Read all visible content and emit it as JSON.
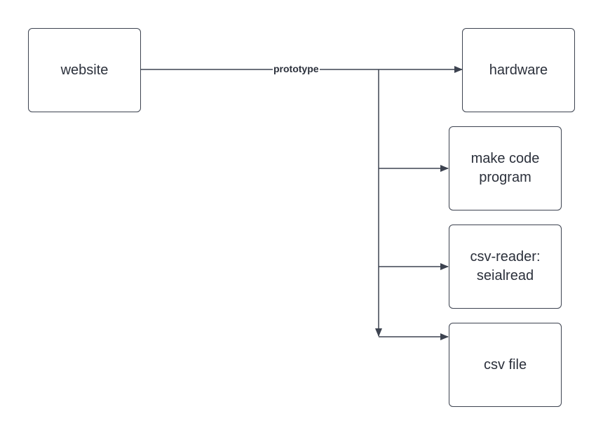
{
  "diagram": {
    "nodes": {
      "website": {
        "label": "website"
      },
      "hardware": {
        "label": "hardware"
      },
      "make_code": {
        "label": "make code\nprogram"
      },
      "csv_reader": {
        "label": "csv-reader:\nseialread"
      },
      "csv_file": {
        "label": "csv file"
      }
    },
    "edges": [
      {
        "from": "website",
        "to": "hardware",
        "label": "prototype"
      },
      {
        "from": "website",
        "to": "make_code"
      },
      {
        "from": "website",
        "to": "csv_reader"
      },
      {
        "from": "website",
        "to": "csv_file"
      }
    ],
    "colors": {
      "stroke": "#3d4350",
      "text": "#2b303b",
      "background": "#ffffff"
    }
  }
}
